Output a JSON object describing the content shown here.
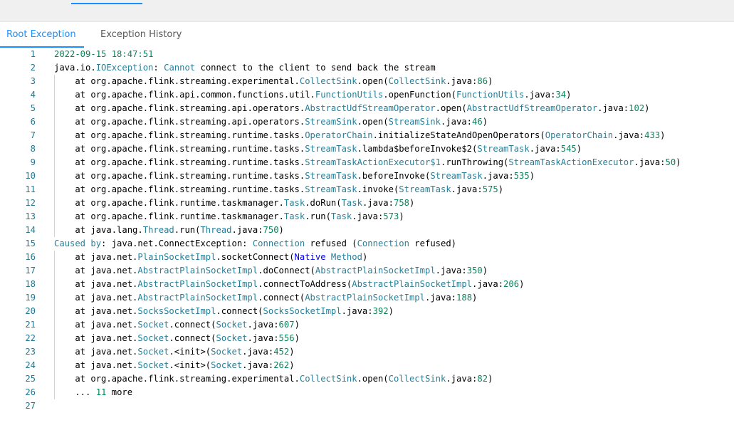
{
  "tabs": [
    {
      "label": "Root Exception",
      "active": true
    },
    {
      "label": "Exception History",
      "active": false
    }
  ],
  "colors": {
    "accent": "#1890ff",
    "class": "#267f99",
    "number": "#098658",
    "keyword": "#0000ff",
    "line_number": "#237893"
  },
  "lines": [
    [
      {
        "t": "2022-09-15 18:47:51",
        "c": "date"
      }
    ],
    [
      {
        "t": "java.io."
      },
      {
        "t": "IOException",
        "c": "cls"
      },
      {
        "t": ": "
      },
      {
        "t": "Cannot",
        "c": "cls"
      },
      {
        "t": " connect to the client to send back the stream"
      }
    ],
    [
      {
        "t": "    at org.apache.flink.streaming.experimental."
      },
      {
        "t": "CollectSink",
        "c": "cls"
      },
      {
        "t": ".open("
      },
      {
        "t": "CollectSink",
        "c": "cls"
      },
      {
        "t": ".java:"
      },
      {
        "t": "86",
        "c": "num"
      },
      {
        "t": ")"
      }
    ],
    [
      {
        "t": "    at org.apache.flink.api.common.functions.util."
      },
      {
        "t": "FunctionUtils",
        "c": "cls"
      },
      {
        "t": ".openFunction("
      },
      {
        "t": "FunctionUtils",
        "c": "cls"
      },
      {
        "t": ".java:"
      },
      {
        "t": "34",
        "c": "num"
      },
      {
        "t": ")"
      }
    ],
    [
      {
        "t": "    at org.apache.flink.streaming.api.operators."
      },
      {
        "t": "AbstractUdfStreamOperator",
        "c": "cls"
      },
      {
        "t": ".open("
      },
      {
        "t": "AbstractUdfStreamOperator",
        "c": "cls"
      },
      {
        "t": ".java:"
      },
      {
        "t": "102",
        "c": "num"
      },
      {
        "t": ")"
      }
    ],
    [
      {
        "t": "    at org.apache.flink.streaming.api.operators."
      },
      {
        "t": "StreamSink",
        "c": "cls"
      },
      {
        "t": ".open("
      },
      {
        "t": "StreamSink",
        "c": "cls"
      },
      {
        "t": ".java:"
      },
      {
        "t": "46",
        "c": "num"
      },
      {
        "t": ")"
      }
    ],
    [
      {
        "t": "    at org.apache.flink.streaming.runtime.tasks."
      },
      {
        "t": "OperatorChain",
        "c": "cls"
      },
      {
        "t": ".initializeStateAndOpenOperators("
      },
      {
        "t": "OperatorChain",
        "c": "cls"
      },
      {
        "t": ".java:"
      },
      {
        "t": "433",
        "c": "num"
      },
      {
        "t": ")"
      }
    ],
    [
      {
        "t": "    at org.apache.flink.streaming.runtime.tasks."
      },
      {
        "t": "StreamTask",
        "c": "cls"
      },
      {
        "t": ".lambda$beforeInvoke$2("
      },
      {
        "t": "StreamTask",
        "c": "cls"
      },
      {
        "t": ".java:"
      },
      {
        "t": "545",
        "c": "num"
      },
      {
        "t": ")"
      }
    ],
    [
      {
        "t": "    at org.apache.flink.streaming.runtime.tasks."
      },
      {
        "t": "StreamTaskActionExecutor$1",
        "c": "cls"
      },
      {
        "t": ".runThrowing("
      },
      {
        "t": "StreamTaskActionExecutor",
        "c": "cls"
      },
      {
        "t": ".java:"
      },
      {
        "t": "50",
        "c": "num"
      },
      {
        "t": ")"
      }
    ],
    [
      {
        "t": "    at org.apache.flink.streaming.runtime.tasks."
      },
      {
        "t": "StreamTask",
        "c": "cls"
      },
      {
        "t": ".beforeInvoke("
      },
      {
        "t": "StreamTask",
        "c": "cls"
      },
      {
        "t": ".java:"
      },
      {
        "t": "535",
        "c": "num"
      },
      {
        "t": ")"
      }
    ],
    [
      {
        "t": "    at org.apache.flink.streaming.runtime.tasks."
      },
      {
        "t": "StreamTask",
        "c": "cls"
      },
      {
        "t": ".invoke("
      },
      {
        "t": "StreamTask",
        "c": "cls"
      },
      {
        "t": ".java:"
      },
      {
        "t": "575",
        "c": "num"
      },
      {
        "t": ")"
      }
    ],
    [
      {
        "t": "    at org.apache.flink.runtime.taskmanager."
      },
      {
        "t": "Task",
        "c": "cls"
      },
      {
        "t": ".doRun("
      },
      {
        "t": "Task",
        "c": "cls"
      },
      {
        "t": ".java:"
      },
      {
        "t": "758",
        "c": "num"
      },
      {
        "t": ")"
      }
    ],
    [
      {
        "t": "    at org.apache.flink.runtime.taskmanager."
      },
      {
        "t": "Task",
        "c": "cls"
      },
      {
        "t": ".run("
      },
      {
        "t": "Task",
        "c": "cls"
      },
      {
        "t": ".java:"
      },
      {
        "t": "573",
        "c": "num"
      },
      {
        "t": ")"
      }
    ],
    [
      {
        "t": "    at java.lang."
      },
      {
        "t": "Thread",
        "c": "cls"
      },
      {
        "t": ".run("
      },
      {
        "t": "Thread",
        "c": "cls"
      },
      {
        "t": ".java:"
      },
      {
        "t": "750",
        "c": "num"
      },
      {
        "t": ")"
      }
    ],
    [
      {
        "t": "Caused by",
        "c": "cls"
      },
      {
        "t": ": java.net.ConnectException: "
      },
      {
        "t": "Connection",
        "c": "cls"
      },
      {
        "t": " refused ("
      },
      {
        "t": "Connection",
        "c": "cls"
      },
      {
        "t": " refused)"
      }
    ],
    [
      {
        "t": "    at java.net."
      },
      {
        "t": "PlainSocketImpl",
        "c": "cls"
      },
      {
        "t": ".socketConnect("
      },
      {
        "t": "Native",
        "c": "kw"
      },
      {
        "t": " "
      },
      {
        "t": "Method",
        "c": "cls"
      },
      {
        "t": ")"
      }
    ],
    [
      {
        "t": "    at java.net."
      },
      {
        "t": "AbstractPlainSocketImpl",
        "c": "cls"
      },
      {
        "t": ".doConnect("
      },
      {
        "t": "AbstractPlainSocketImpl",
        "c": "cls"
      },
      {
        "t": ".java:"
      },
      {
        "t": "350",
        "c": "num"
      },
      {
        "t": ")"
      }
    ],
    [
      {
        "t": "    at java.net."
      },
      {
        "t": "AbstractPlainSocketImpl",
        "c": "cls"
      },
      {
        "t": ".connectToAddress("
      },
      {
        "t": "AbstractPlainSocketImpl",
        "c": "cls"
      },
      {
        "t": ".java:"
      },
      {
        "t": "206",
        "c": "num"
      },
      {
        "t": ")"
      }
    ],
    [
      {
        "t": "    at java.net."
      },
      {
        "t": "AbstractPlainSocketImpl",
        "c": "cls"
      },
      {
        "t": ".connect("
      },
      {
        "t": "AbstractPlainSocketImpl",
        "c": "cls"
      },
      {
        "t": ".java:"
      },
      {
        "t": "188",
        "c": "num"
      },
      {
        "t": ")"
      }
    ],
    [
      {
        "t": "    at java.net."
      },
      {
        "t": "SocksSocketImpl",
        "c": "cls"
      },
      {
        "t": ".connect("
      },
      {
        "t": "SocksSocketImpl",
        "c": "cls"
      },
      {
        "t": ".java:"
      },
      {
        "t": "392",
        "c": "num"
      },
      {
        "t": ")"
      }
    ],
    [
      {
        "t": "    at java.net."
      },
      {
        "t": "Socket",
        "c": "cls"
      },
      {
        "t": ".connect("
      },
      {
        "t": "Socket",
        "c": "cls"
      },
      {
        "t": ".java:"
      },
      {
        "t": "607",
        "c": "num"
      },
      {
        "t": ")"
      }
    ],
    [
      {
        "t": "    at java.net."
      },
      {
        "t": "Socket",
        "c": "cls"
      },
      {
        "t": ".connect("
      },
      {
        "t": "Socket",
        "c": "cls"
      },
      {
        "t": ".java:"
      },
      {
        "t": "556",
        "c": "num"
      },
      {
        "t": ")"
      }
    ],
    [
      {
        "t": "    at java.net."
      },
      {
        "t": "Socket",
        "c": "cls"
      },
      {
        "t": ".<init>("
      },
      {
        "t": "Socket",
        "c": "cls"
      },
      {
        "t": ".java:"
      },
      {
        "t": "452",
        "c": "num"
      },
      {
        "t": ")"
      }
    ],
    [
      {
        "t": "    at java.net."
      },
      {
        "t": "Socket",
        "c": "cls"
      },
      {
        "t": ".<init>("
      },
      {
        "t": "Socket",
        "c": "cls"
      },
      {
        "t": ".java:"
      },
      {
        "t": "262",
        "c": "num"
      },
      {
        "t": ")"
      }
    ],
    [
      {
        "t": "    at org.apache.flink.streaming.experimental."
      },
      {
        "t": "CollectSink",
        "c": "cls"
      },
      {
        "t": ".open("
      },
      {
        "t": "CollectSink",
        "c": "cls"
      },
      {
        "t": ".java:"
      },
      {
        "t": "82",
        "c": "num"
      },
      {
        "t": ")"
      }
    ],
    [
      {
        "t": "    ... "
      },
      {
        "t": "11",
        "c": "num"
      },
      {
        "t": " more"
      }
    ],
    []
  ]
}
